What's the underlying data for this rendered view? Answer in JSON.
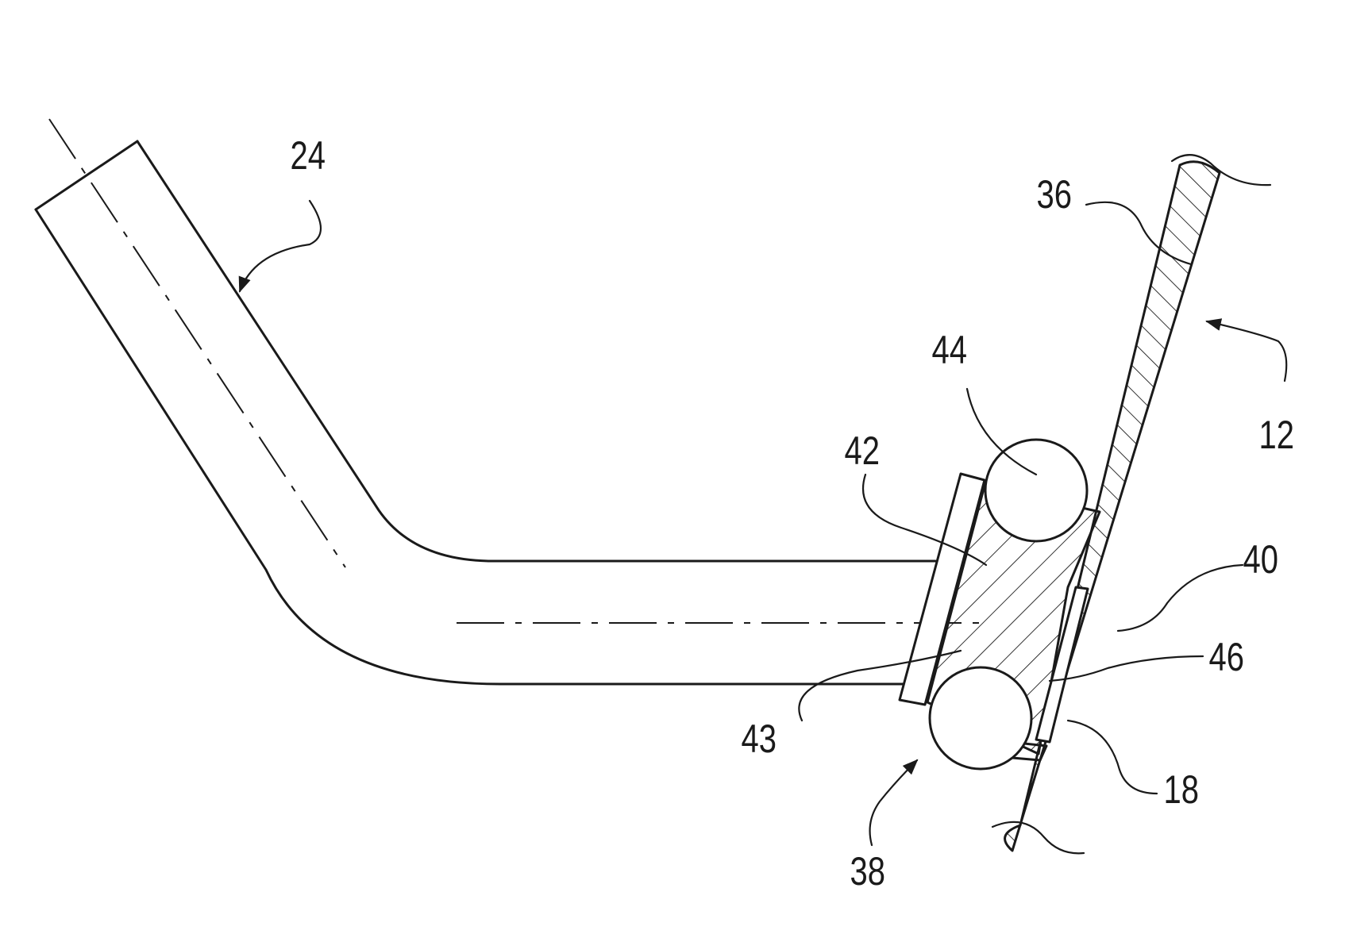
{
  "labels": {
    "tube": "24",
    "plate_surface": "36",
    "plate": "12",
    "ball_upper": "44",
    "bracket": "42",
    "insert": "40",
    "clip": "46",
    "spacer": "43",
    "slot": "18",
    "fastener_assembly": "38"
  }
}
